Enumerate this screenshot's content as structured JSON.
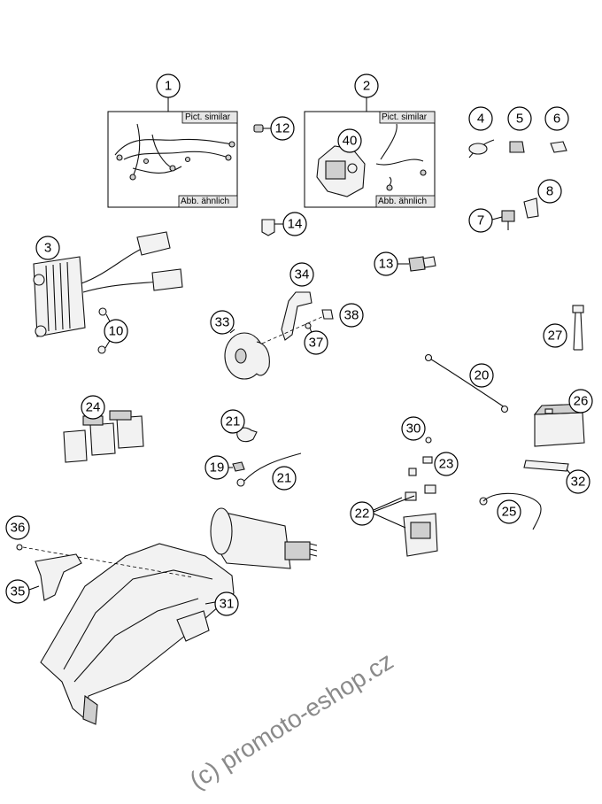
{
  "callouts": [
    "1",
    "2",
    "3",
    "4",
    "5",
    "6",
    "7",
    "8",
    "10",
    "12",
    "13",
    "14",
    "19",
    "20",
    "21",
    "21",
    "22",
    "23",
    "24",
    "25",
    "26",
    "27",
    "30",
    "31",
    "32",
    "33",
    "34",
    "35",
    "36",
    "37",
    "38",
    "40"
  ],
  "labels": {
    "pict_similar": "Pict. similar",
    "abb_aehnlich": "Abb. ähnlich"
  },
  "watermark": "(c) promoto-eshop.cz"
}
